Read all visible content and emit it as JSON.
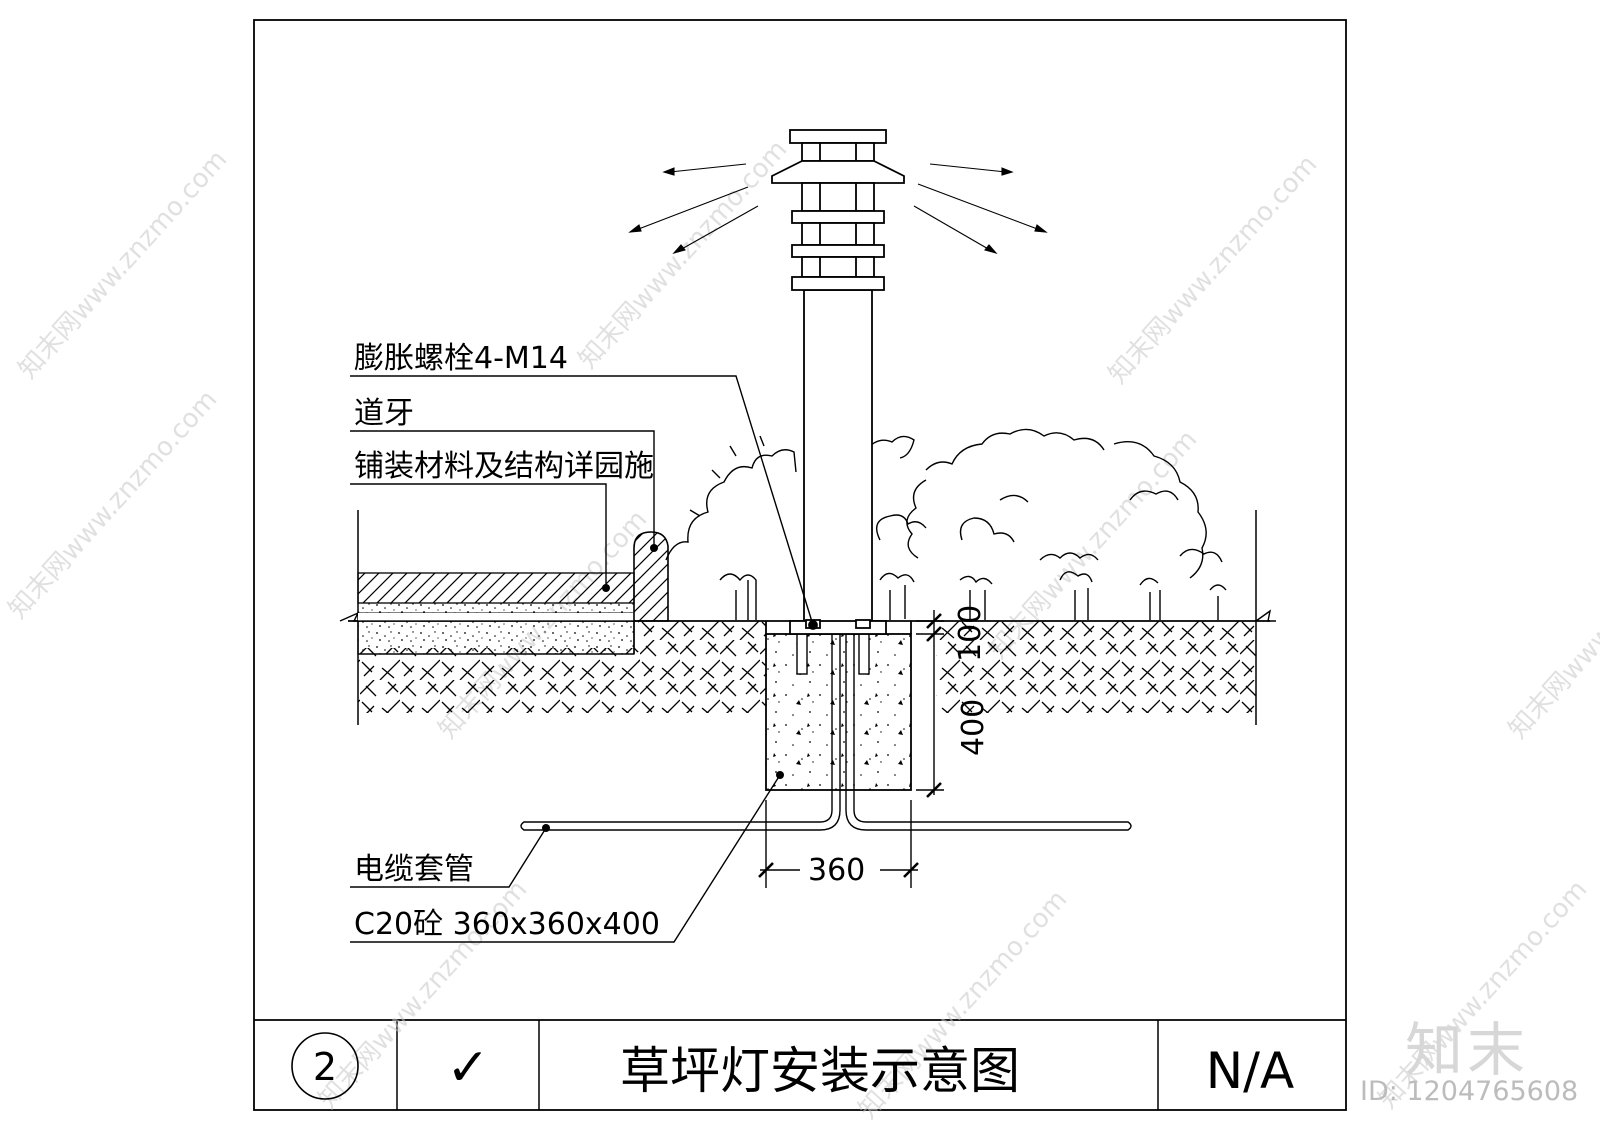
{
  "labels": {
    "bolt": "膨胀螺栓4-M14",
    "curb": "道牙",
    "paving": "铺装材料及结构详园施",
    "conduit": "电缆套管",
    "concrete": "C20砼 360x360x400"
  },
  "dimensions": {
    "depth_top": "100",
    "depth_footing": "400",
    "width_footing": "360"
  },
  "title_block": {
    "number": "2",
    "check": "✓",
    "title": "草坪灯安装示意图",
    "scale": "N/A"
  },
  "watermark": {
    "text": "知末网www.znzmo.com",
    "brand": "知末",
    "id": "ID: 1204765608"
  }
}
